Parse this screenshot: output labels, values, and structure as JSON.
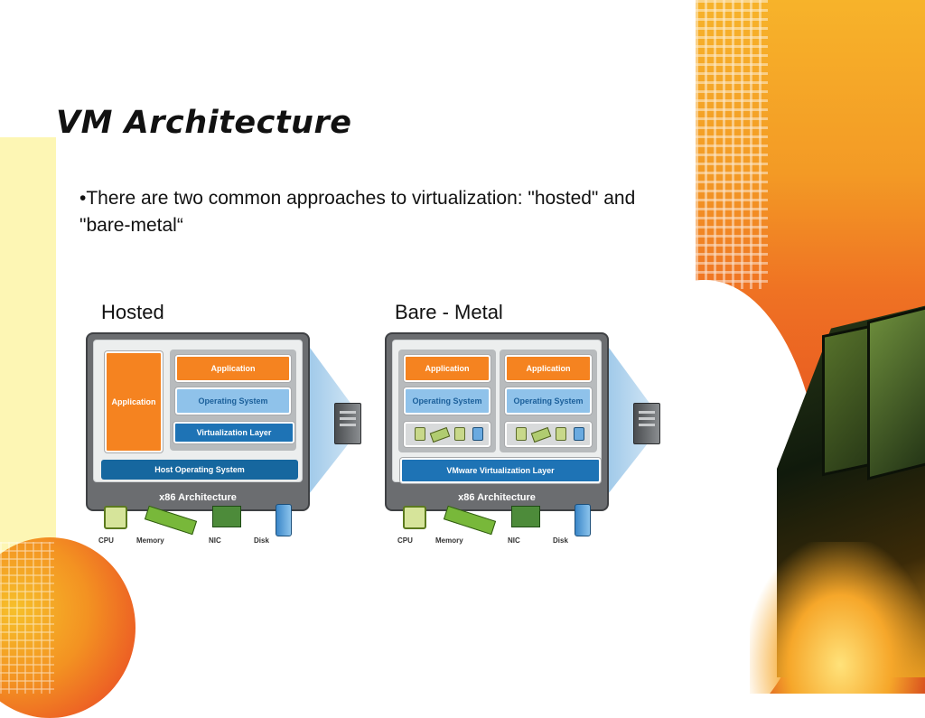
{
  "slide": {
    "title": "VM Architecture",
    "bullet": "•There are two common approaches to virtualization: \"hosted\" and \"bare-metal“"
  },
  "diagrams": {
    "hosted": {
      "label": "Hosted",
      "application_left": "Application",
      "application_right": "Application",
      "operating_system": "Operating System",
      "virtualization_layer": "Virtualization Layer",
      "host_os": "Host Operating System",
      "architecture": "x86 Architecture",
      "hardware": [
        "CPU",
        "Memory",
        "NIC",
        "Disk"
      ]
    },
    "bare_metal": {
      "label": "Bare - Metal",
      "vm1_application": "Application",
      "vm1_os": "Operating System",
      "vm2_application": "Application",
      "vm2_os": "Operating System",
      "virtualization_layer": "VMware Virtualization Layer",
      "architecture": "x86 Architecture",
      "hardware": [
        "CPU",
        "Memory",
        "NIC",
        "Disk"
      ]
    }
  },
  "colors": {
    "application_orange": "#f58320",
    "os_light_blue": "#8fc2ea",
    "layer_dark_blue": "#1e73b5",
    "frame_gray": "#6b6d70"
  }
}
